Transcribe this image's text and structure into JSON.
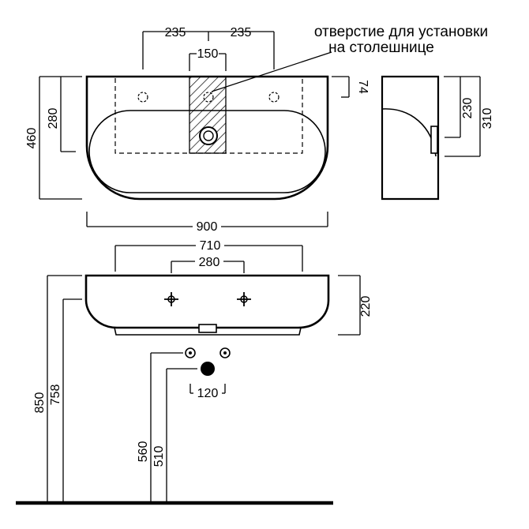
{
  "annotation": {
    "line1": "отверстие для установки",
    "line2": "на столешнице"
  },
  "top_view": {
    "d_left_235": "235",
    "d_right_235": "235",
    "d_150": "150",
    "d_74": "74",
    "d_280": "280",
    "d_460": "460",
    "d_900": "900"
  },
  "side_view": {
    "d_230": "230",
    "d_310": "310"
  },
  "front_view": {
    "d_710": "710",
    "d_280": "280",
    "d_220": "220",
    "d_120": "120",
    "d_850": "850",
    "d_758": "758",
    "d_560": "560",
    "d_510": "510"
  }
}
